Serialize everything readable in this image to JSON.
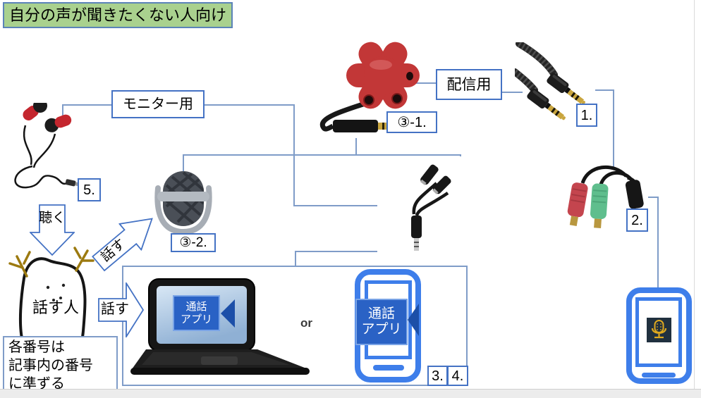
{
  "title": "自分の声が聞きたくない人向け",
  "labels": {
    "monitor": "モニター用",
    "broadcast": "配信用",
    "splitter_hub": "③-1.",
    "microphone": "③-2.",
    "aux_cable": "1.",
    "headset_splitter": "2.",
    "pc_app": "3.",
    "phone_app": "4.",
    "earphones": "5."
  },
  "arrows": {
    "listen": "聴く",
    "speak_upper": "話す",
    "speak_lower": "話す"
  },
  "person_label": "話す人",
  "call_app": {
    "line1": "通話",
    "line2": "アプリ"
  },
  "or_text": "or",
  "note_lines": [
    "各番号は",
    "記事内の番号",
    "に準ずる"
  ],
  "colors": {
    "title_bg": "#A9D18E",
    "box_border": "#4472C4",
    "connector_line": "#7F9CC8",
    "app_blue": "#2A62C5",
    "app_blue_dark": "#1C4FA8",
    "phone_outline_blue": "#3E7EEA",
    "device_red": "#C23737",
    "jack_red": "#C4454E",
    "jack_green": "#5FBE8D",
    "plug_gold": "#C9A53E",
    "antler_brown": "#9C7A10"
  },
  "icons": {
    "earphones-icon": "red earbuds with coiled cable",
    "microphone-icon": "desk microphone illustration",
    "splitter-hub-icon": "red star-shaped headphone splitter",
    "y-splitter-icon": "black Y audio splitter cable",
    "aux-cable-icon": "braided aux cable with two 3.5mm plugs",
    "headset-splitter-icon": "red/green jack headset splitter",
    "laptop-icon": "black laptop",
    "video-camera-icon": "video call camera wedge",
    "smartphone-icon": "blue outlined smartphone",
    "mic-app-icon": "gold microphone app tile",
    "person-icon": "hand-drawn speaking person",
    "down-arrow-icon": "block arrow down",
    "right-arrow-icon": "block arrow right"
  }
}
